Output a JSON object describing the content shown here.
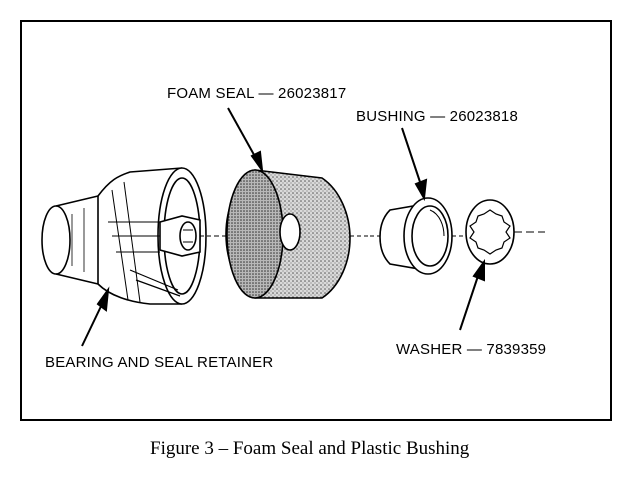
{
  "labels": {
    "foam_seal": "FOAM SEAL — 26023817",
    "bushing": "BUSHING — 26023818",
    "washer": "WASHER — 7839359",
    "bearing_retainer": "BEARING AND SEAL RETAINER"
  },
  "caption": "Figure 3 – Foam Seal and Plastic Bushing"
}
